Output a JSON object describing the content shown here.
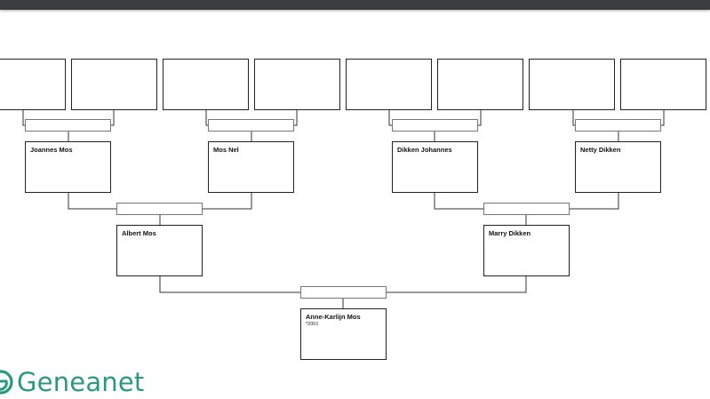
{
  "logo": {
    "text": "Geneanet",
    "icon": "geneanet-logo-icon",
    "color": "#2a9a7f"
  },
  "people": {
    "root": {
      "name": "Anne-Karlijn Mos",
      "dates": "*2001"
    },
    "father": {
      "name": "Albert Mos"
    },
    "mother": {
      "name": "Marry Dikken"
    },
    "paternal_grandfather": {
      "name": "Joannes Mos"
    },
    "paternal_grandmother": {
      "name": "Mos Nel"
    },
    "maternal_grandfather": {
      "name": "Dikken Johannes"
    },
    "maternal_grandmother": {
      "name": "Netty Dikken"
    },
    "great_grandparents": [
      "",
      "",
      "",
      "",
      "",
      "",
      "",
      ""
    ]
  }
}
